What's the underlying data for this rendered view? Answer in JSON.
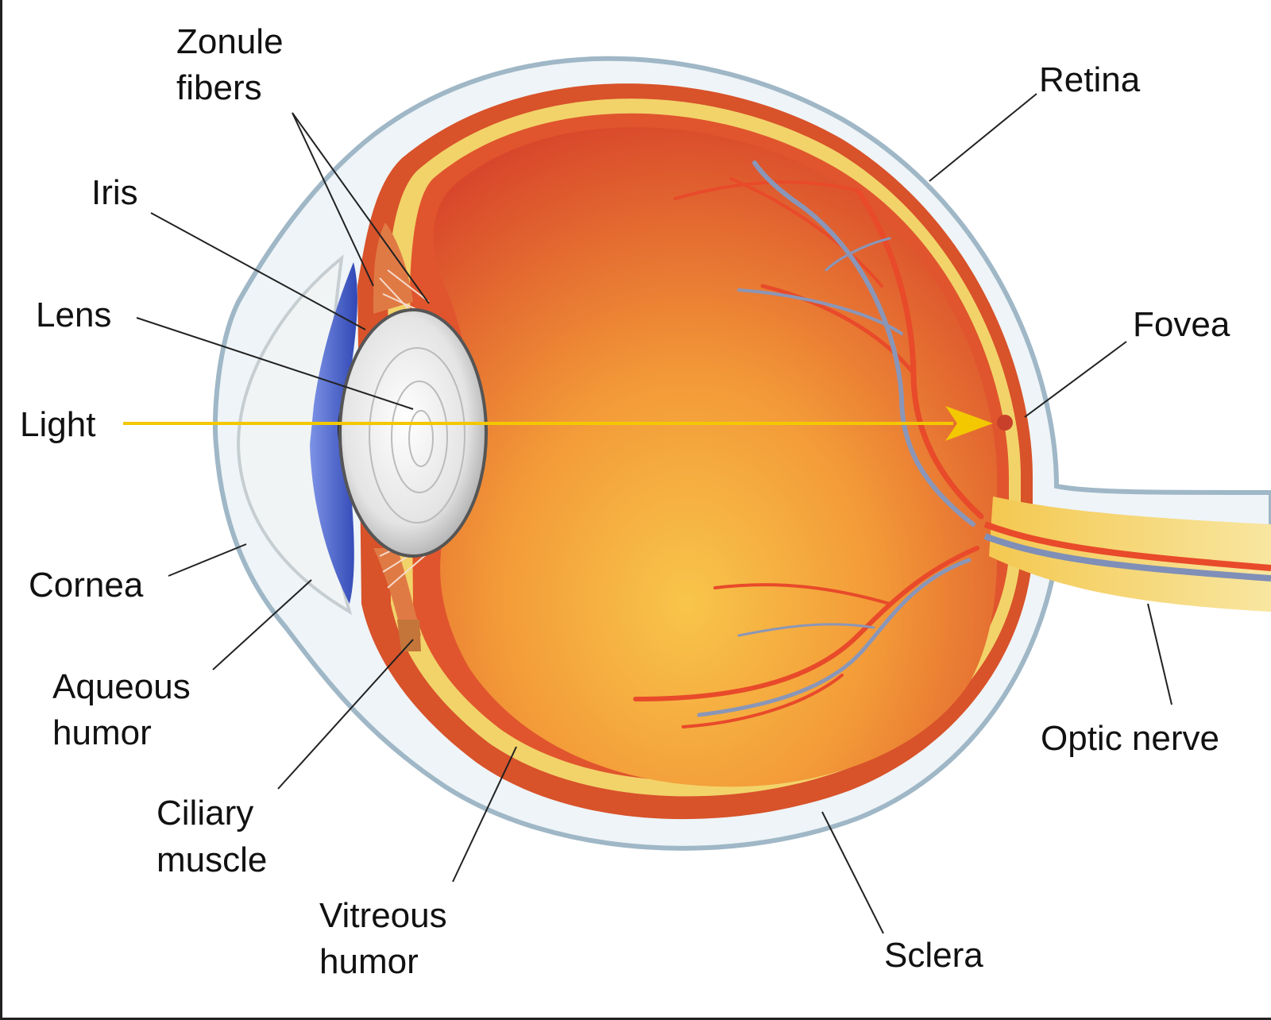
{
  "labels": {
    "zonule": "Zonule",
    "zonule_fibers": "fibers",
    "iris": "Iris",
    "lens": "Lens",
    "light": "Light",
    "cornea": "Cornea",
    "aqueous": "Aqueous",
    "aqueous_humor": "humor",
    "ciliary": "Ciliary",
    "ciliary_muscle": "muscle",
    "vitreous": "Vitreous",
    "vitreous_humor": "humor",
    "sclera": "Sclera",
    "optic_nerve": "Optic nerve",
    "fovea": "Fovea",
    "retina": "Retina"
  },
  "colors": {
    "light_arrow": "#f3c800",
    "sclera_outline": "#cfdde6",
    "iris": "#4a63c7",
    "choroid": "#d85a2c",
    "vitreous_light": "#f6b63a",
    "vitreous_dark": "#d6442a",
    "retina_band": "#f2d36a",
    "vein": "#8a96b8",
    "artery": "#e84a2a",
    "nerve": "#f0d060"
  }
}
